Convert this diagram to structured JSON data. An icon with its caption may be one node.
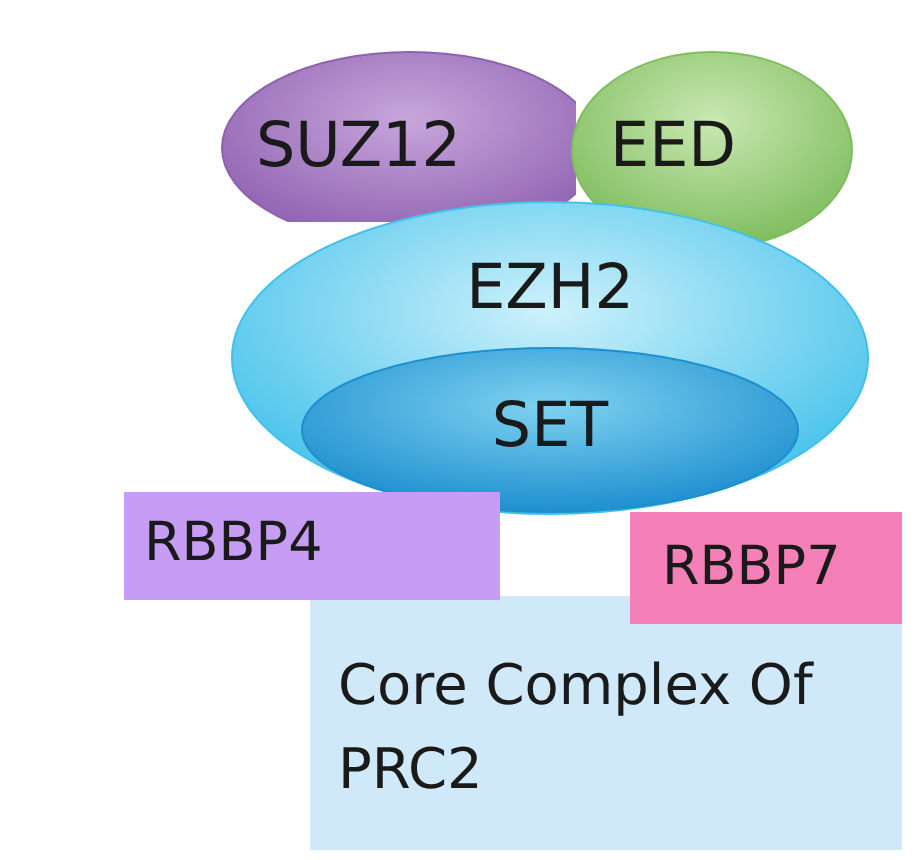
{
  "diagram": {
    "nodes": [
      {
        "text": [
          "SUZ12"
        ]
      },
      {
        "text": [
          "EED"
        ]
      },
      {
        "text": [
          "EZH2"
        ]
      },
      {
        "text": [
          "SET"
        ],
        "in": 2
      },
      {
        "text": [
          "RBBP4"
        ]
      },
      {
        "text": [
          "RBBP7"
        ]
      },
      {
        "text": [
          "Core Complex Of PRC2"
        ]
      }
    ]
  }
}
